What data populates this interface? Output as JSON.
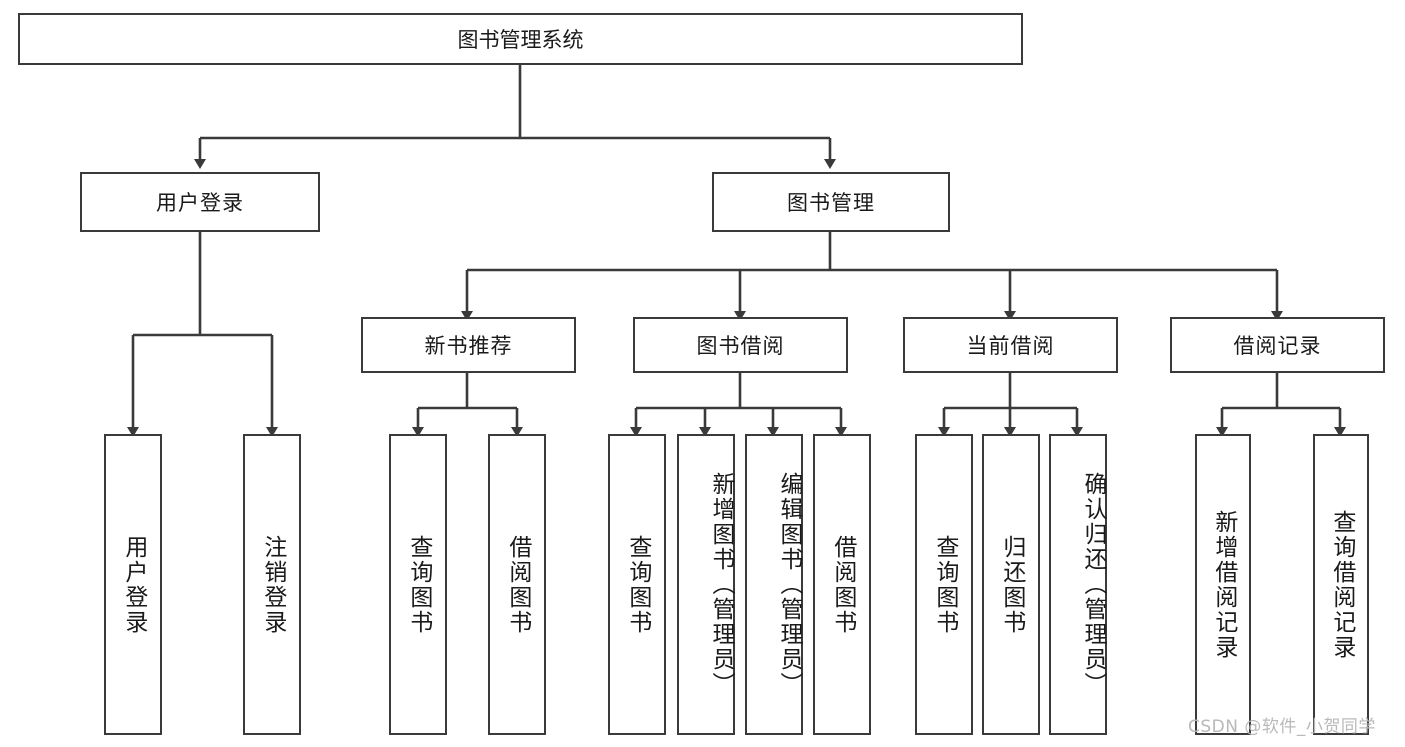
{
  "diagram": {
    "title": "图书管理系统",
    "type": "hierarchy-tree",
    "root": {
      "label": "图书管理系统"
    },
    "level1": [
      {
        "label": "用户登录"
      },
      {
        "label": "图书管理"
      }
    ],
    "level2": [
      {
        "label": "新书推荐",
        "parent": "图书管理"
      },
      {
        "label": "图书借阅",
        "parent": "图书管理"
      },
      {
        "label": "当前借阅",
        "parent": "图书管理"
      },
      {
        "label": "借阅记录",
        "parent": "图书管理"
      }
    ],
    "leaves": {
      "user_login": [
        {
          "label": "用户登录"
        },
        {
          "label": "注销登录"
        }
      ],
      "new_book_recommend": [
        {
          "label": "查询图书"
        },
        {
          "label": "借阅图书"
        }
      ],
      "book_borrow": [
        {
          "label": "查询图书"
        },
        {
          "label": "新增图书（管理员）"
        },
        {
          "label": "编辑图书（管理员）"
        },
        {
          "label": "借阅图书"
        }
      ],
      "current_borrow": [
        {
          "label": "查询图书"
        },
        {
          "label": "归还图书"
        },
        {
          "label": "确认归还（管理员）"
        }
      ],
      "borrow_record": [
        {
          "label": "新增借阅记录"
        },
        {
          "label": "查询借阅记录"
        }
      ]
    }
  },
  "watermark": {
    "text": "CSDN @软件_小贺同学"
  },
  "colors": {
    "stroke": "#3a3a3a",
    "background": "#ffffff",
    "text": "#1a1a1a",
    "watermark": "#b9b9b9"
  }
}
